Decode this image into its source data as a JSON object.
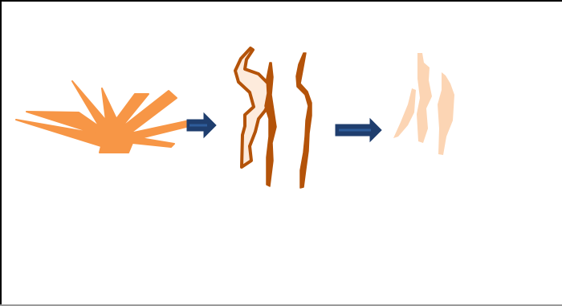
{
  "diagram": {
    "stages": [
      {
        "name": "splayed-bundle",
        "fill": "#F79646"
      },
      {
        "name": "separated-strands",
        "stroke": "#B45309",
        "fill": "#FDEBDC"
      },
      {
        "name": "faded-strands",
        "fill": "#FCD5B4"
      }
    ],
    "arrows": [
      {
        "name": "arrow-1",
        "fill": "#1F3E6E",
        "stroke": "#2E5C9A"
      },
      {
        "name": "arrow-2",
        "fill": "#1F3E6E",
        "stroke": "#2E5C9A"
      }
    ]
  }
}
